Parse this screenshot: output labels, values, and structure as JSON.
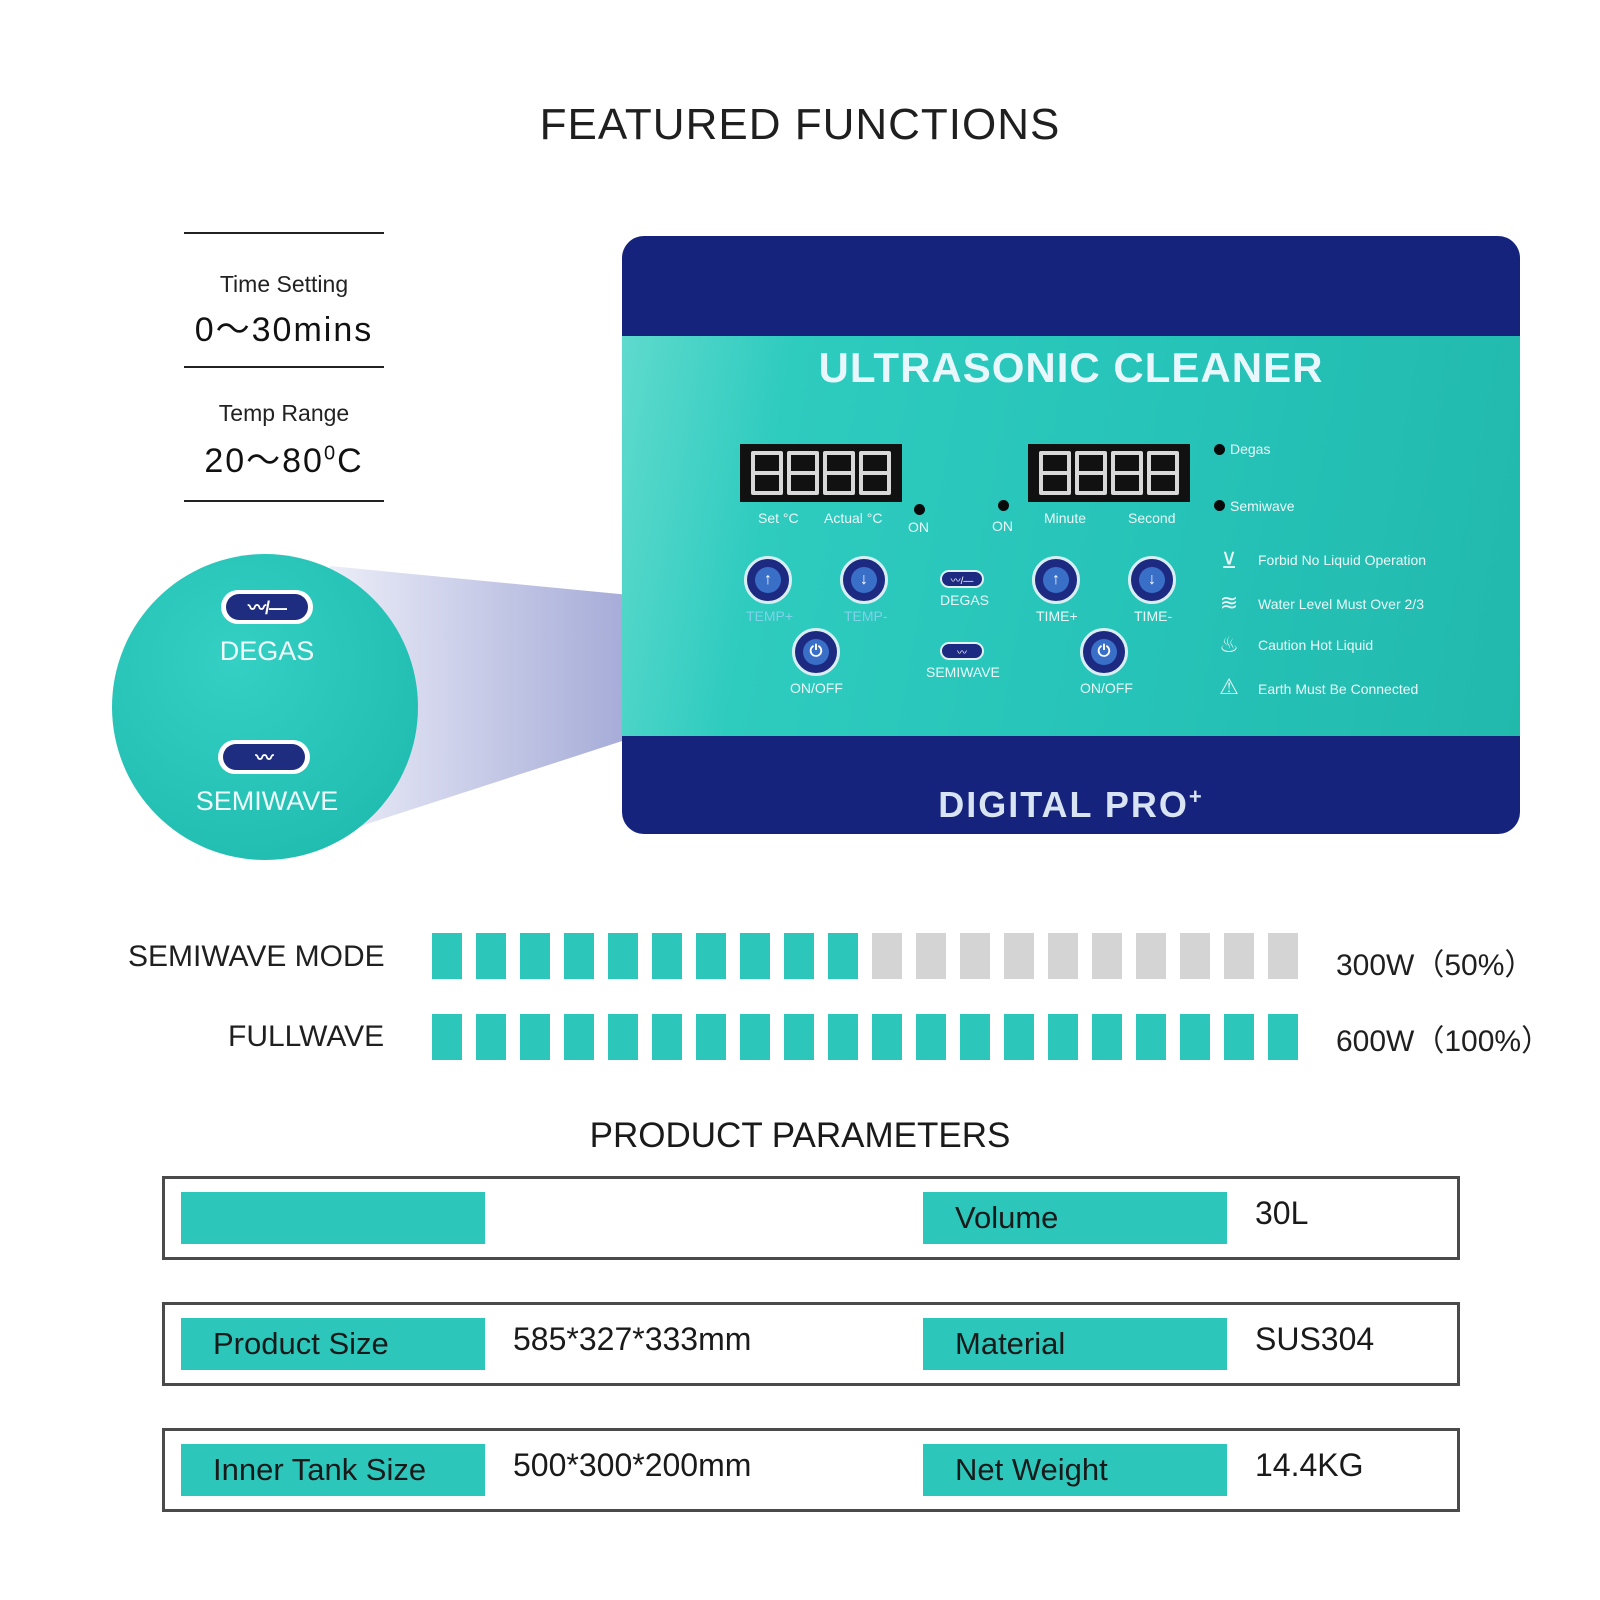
{
  "title": "FEATURED FUNCTIONS",
  "specs": {
    "time_label": "Time Setting",
    "time_value": "0～30mins",
    "temp_label": "Temp Range",
    "temp_value_pre": "20～80",
    "temp_value_sup": "0",
    "temp_value_post": "C"
  },
  "zoom": {
    "degas_icon": "〰/—",
    "degas_label": "DEGAS",
    "semiwave_icon": "〰",
    "semiwave_label": "SEMIWAVE"
  },
  "panel": {
    "title": "ULTRASONIC CLEANER",
    "brand": "DIGITAL PRO",
    "brand_sup": "+",
    "set_c": "Set °C",
    "actual_c": "Actual °C",
    "on1": "ON",
    "on2": "ON",
    "minute": "Minute",
    "second": "Second",
    "led_degas": "Degas",
    "led_semiwave": "Semiwave",
    "temp_plus": "TEMP+",
    "temp_minus": "TEMP-",
    "degas": "DEGAS",
    "semiwave": "SEMIWAVE",
    "time_plus": "TIME+",
    "time_minus": "TIME-",
    "onoff_left": "ON/OFF",
    "onoff_right": "ON/OFF",
    "warnings": [
      "Forbid No Liquid Operation",
      "Water Level Must Over 2/3",
      "Caution Hot Liquid",
      "Earth Must Be Connected"
    ]
  },
  "power": {
    "semiwave_label": "SEMIWAVE MODE",
    "semiwave_text": "300W（50%）",
    "semiwave_level": 0.5,
    "fullwave_label": "FULLWAVE",
    "fullwave_text": "600W（100%）",
    "fullwave_level": 1.0,
    "segments": 20,
    "on_color": "#2cc6bb",
    "off_color": "#d4d4d4"
  },
  "params": {
    "title": "PRODUCT PARAMETERS",
    "rows": [
      {
        "k1": "",
        "v1": "",
        "k2": "Volume",
        "v2": "30L"
      },
      {
        "k1": "Product Size",
        "v1": "585*327*333mm",
        "k2": "Material",
        "v2": "SUS304"
      },
      {
        "k1": "Inner Tank Size",
        "v1": "500*300*200mm",
        "k2": "Net Weight",
        "v2": "14.4KG"
      }
    ]
  },
  "colors": {
    "panel_navy": "#15237c",
    "panel_teal": "#26c3b8",
    "accent_teal": "#2cc6bb"
  }
}
